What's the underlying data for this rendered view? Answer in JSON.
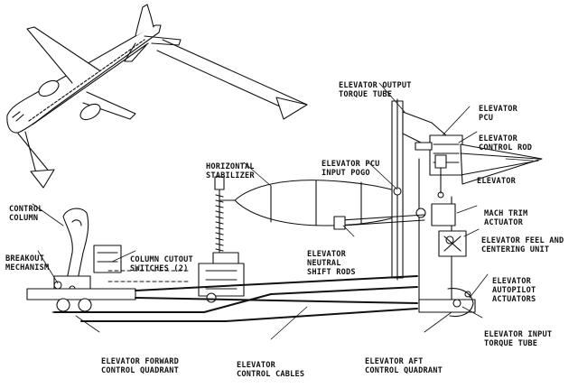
{
  "labels": {
    "output_torque_tube": [
      "ELEVATOR OUTPUT",
      "TORQUE TUBE"
    ],
    "elevator_pcu": [
      "ELEVATOR",
      "PCU"
    ],
    "elevator_control_rod": [
      "ELEVATOR",
      "CONTROL ROD"
    ],
    "horizontal_stabilizer": [
      "HORIZONTAL",
      "STABILIZER"
    ],
    "pcu_input_pogo": [
      "ELEVATOR PCU",
      "INPUT POGO"
    ],
    "elevator": [
      "ELEVATOR"
    ],
    "mach_trim_actuator": [
      "MACH TRIM",
      "ACTUATOR"
    ],
    "feel_centering_unit": [
      "ELEVATOR FEEL AND",
      "CENTERING UNIT"
    ],
    "control_column": [
      "CONTROL",
      "COLUMN"
    ],
    "breakout_mechanism": [
      "BREAKOUT",
      "MECHANISM"
    ],
    "column_cutout_switches": [
      "COLUMN CUTOUT",
      "SWITCHES (2)"
    ],
    "neutral_shift_rods": [
      "ELEVATOR",
      "NEUTRAL",
      "SHIFT RODS"
    ],
    "autopilot_actuators": [
      "ELEVATOR",
      "AUTOPILOT",
      "ACTUATORS"
    ],
    "input_torque_tube": [
      "ELEVATOR INPUT",
      "TORQUE TUBE"
    ],
    "forward_control_quadrant": [
      "ELEVATOR FORWARD",
      "CONTROL QUADRANT"
    ],
    "control_cables": [
      "ELEVATOR",
      "CONTROL CABLES"
    ],
    "aft_control_quadrant": [
      "ELEVATOR AFT",
      "CONTROL QUADRANT"
    ]
  }
}
